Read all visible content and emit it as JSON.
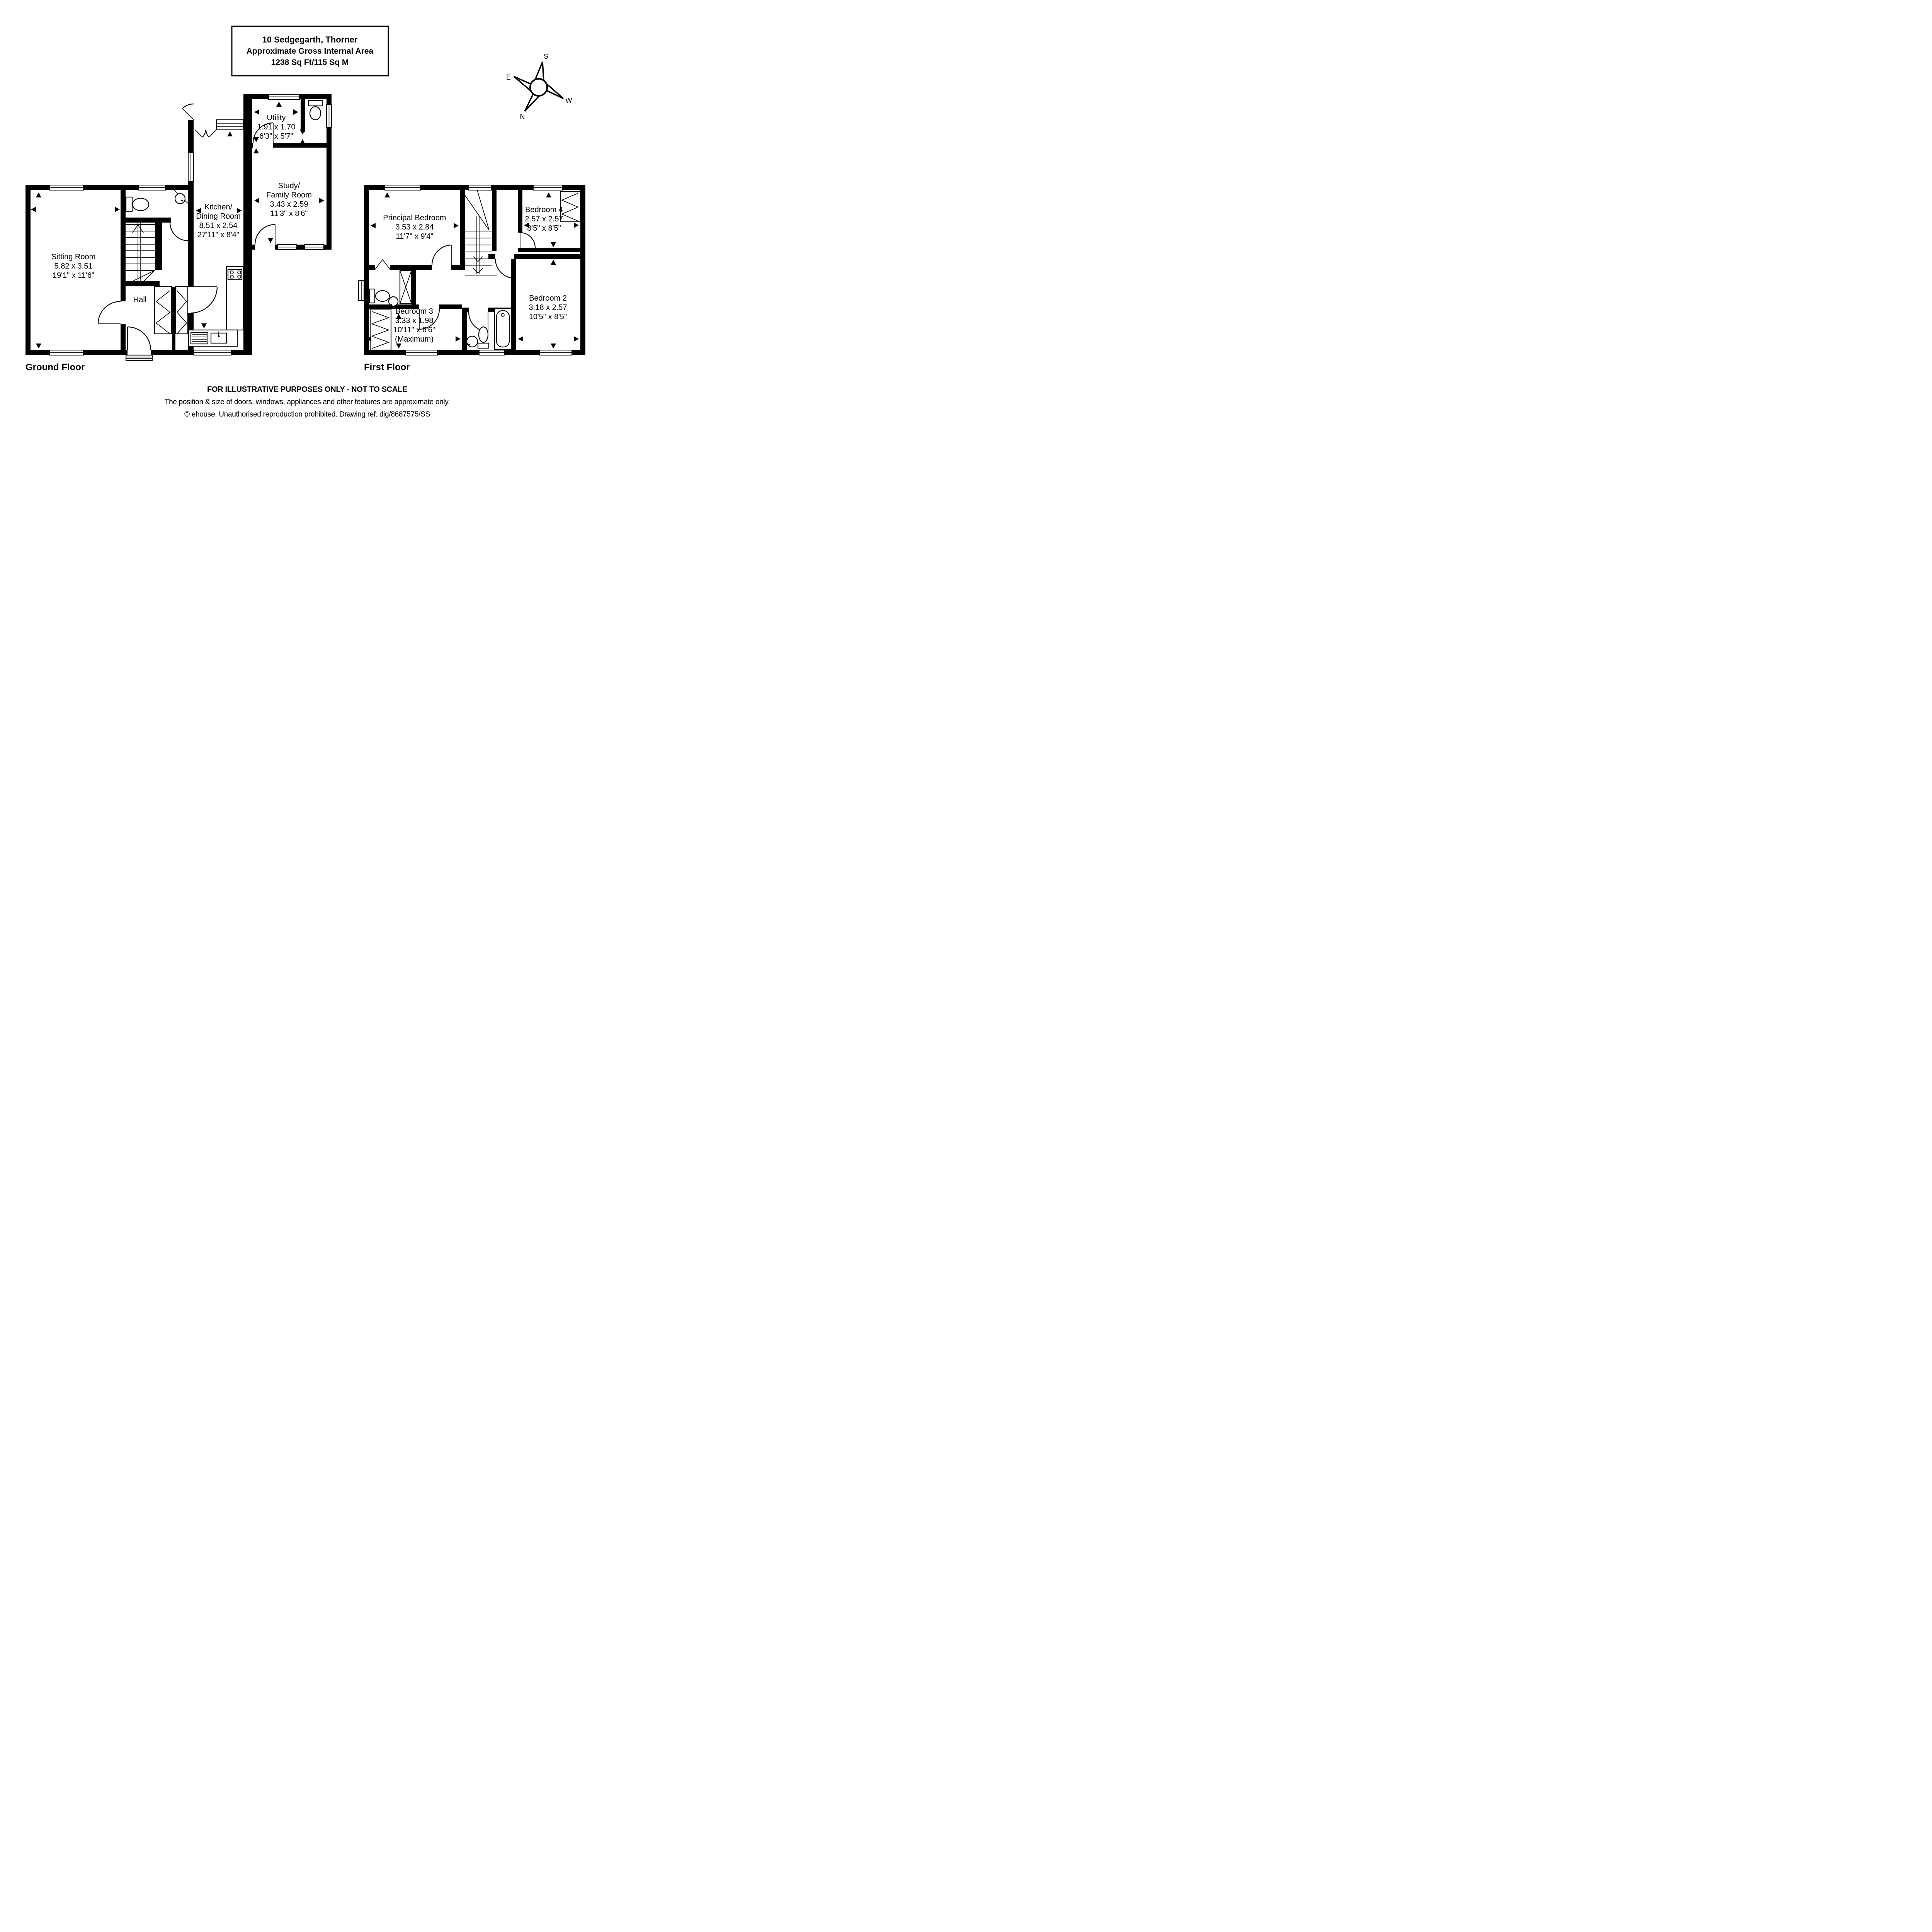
{
  "title": {
    "address": "10 Sedgegarth, Thorner",
    "subtitle": "Approximate Gross Internal Area",
    "area": "1238 Sq Ft/115 Sq M"
  },
  "compass": {
    "north": "N",
    "south": "S",
    "east": "E",
    "west": "W"
  },
  "ground_floor": {
    "label": "Ground Floor",
    "sitting_room": {
      "name": "Sitting Room",
      "metric": "5.82 x 3.51",
      "imperial": "19'1\" x 11'6\""
    },
    "hall": {
      "name": "Hall"
    },
    "kitchen_dining": {
      "name_line1": "Kitchen/",
      "name_line2": "Dining Room",
      "metric": "8.51 x 2.54",
      "imperial": "27'11\" x 8'4\""
    },
    "utility": {
      "name": "Utility",
      "metric": "1.91 x 1.70",
      "imperial": "6'3\" x 5'7\""
    },
    "study_family": {
      "name_line1": "Study/",
      "name_line2": "Family Room",
      "metric": "3.43 x 2.59",
      "imperial": "11'3\" x 8'6\""
    }
  },
  "first_floor": {
    "label": "First Floor",
    "principal_bedroom": {
      "name": "Principal Bedroom",
      "metric": "3.53 x 2.84",
      "imperial": "11'7\" x 9'4\""
    },
    "bedroom_2": {
      "name": "Bedroom 2",
      "metric": "3.18 x 2.57",
      "imperial": "10'5\" x 8'5\""
    },
    "bedroom_3": {
      "name": "Bedroom 3",
      "metric": "3.33 x 1.98",
      "imperial": "10'11\" x 6'6\"",
      "note": "(Maximum)"
    },
    "bedroom_4": {
      "name": "Bedroom 4",
      "metric": "2.57 x 2.57",
      "imperial": "8'5\" x 8'5\""
    }
  },
  "footer": {
    "line1": "FOR ILLUSTRATIVE PURPOSES ONLY - NOT TO SCALE",
    "line2": "The position & size of doors, windows, appliances and other features are approximate only.",
    "line3": "© ehouse. Unauthorised reproduction prohibited. Drawing ref. dig/8687575/SS"
  },
  "colors": {
    "wall": "#000000",
    "background": "#ffffff"
  }
}
